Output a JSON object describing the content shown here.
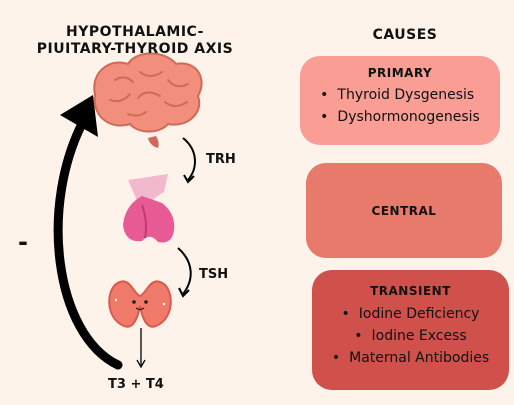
{
  "axis": {
    "title_line1": "HYPOTHALAMIC-",
    "title_line2": "PIUITARY-THYROID AXIS",
    "hormone_1": "TRH",
    "hormone_2": "TSH",
    "output": "T3 + T4",
    "feedback_sign": "-"
  },
  "causes": {
    "title": "CAUSES",
    "primary": {
      "title": "PRIMARY",
      "items": [
        "Thyroid Dysgenesis",
        "Dyshormonogenesis"
      ]
    },
    "central": {
      "title": "CENTRAL"
    },
    "transient": {
      "title": "TRANSIENT",
      "items": [
        "Iodine Deficiency",
        "Iodine Excess",
        "Maternal Antibodies"
      ]
    }
  },
  "colors": {
    "background": "#fdf3ea",
    "primary": "#f99d95",
    "central": "#e87a6c",
    "transient": "#d0504c",
    "brain": "#f28f7c",
    "pituitary": "#f0a8c0",
    "thyroid": "#f07a6a"
  },
  "icons": [
    "brain-icon",
    "pituitary-gland-icon",
    "thyroid-gland-icon"
  ]
}
